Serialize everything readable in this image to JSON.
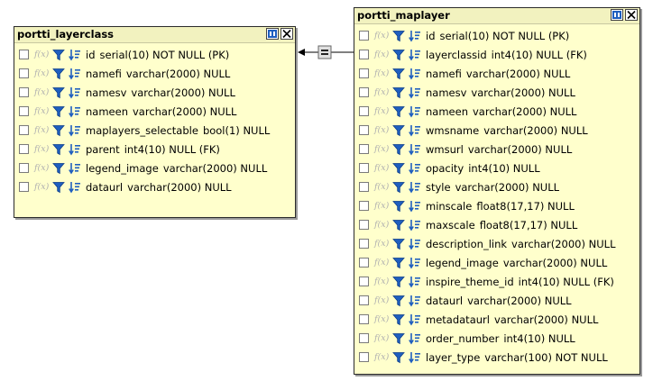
{
  "tables": {
    "layerclass": {
      "name": "portti_layerclass",
      "columns": [
        {
          "name": "id",
          "type": "serial(10) NOT NULL (PK)"
        },
        {
          "name": "namefi",
          "type": "varchar(2000) NULL"
        },
        {
          "name": "namesv",
          "type": "varchar(2000) NULL"
        },
        {
          "name": "nameen",
          "type": "varchar(2000) NULL"
        },
        {
          "name": "maplayers_selectable",
          "type": "bool(1) NULL"
        },
        {
          "name": "parent",
          "type": "int4(10) NULL (FK)"
        },
        {
          "name": "legend_image",
          "type": "varchar(2000) NULL"
        },
        {
          "name": "dataurl",
          "type": "varchar(2000) NULL"
        }
      ]
    },
    "maplayer": {
      "name": "portti_maplayer",
      "columns": [
        {
          "name": "id",
          "type": "serial(10) NOT NULL (PK)"
        },
        {
          "name": "layerclassid",
          "type": "int4(10) NULL (FK)"
        },
        {
          "name": "namefi",
          "type": "varchar(2000) NULL"
        },
        {
          "name": "namesv",
          "type": "varchar(2000) NULL"
        },
        {
          "name": "nameen",
          "type": "varchar(2000) NULL"
        },
        {
          "name": "wmsname",
          "type": "varchar(2000) NULL"
        },
        {
          "name": "wmsurl",
          "type": "varchar(2000) NULL"
        },
        {
          "name": "opacity",
          "type": "int4(10) NULL"
        },
        {
          "name": "style",
          "type": "varchar(2000) NULL"
        },
        {
          "name": "minscale",
          "type": "float8(17,17) NULL"
        },
        {
          "name": "maxscale",
          "type": "float8(17,17) NULL"
        },
        {
          "name": "description_link",
          "type": "varchar(2000) NULL"
        },
        {
          "name": "legend_image",
          "type": "varchar(2000) NULL"
        },
        {
          "name": "inspire_theme_id",
          "type": "int4(10) NULL (FK)"
        },
        {
          "name": "dataurl",
          "type": "varchar(2000) NULL"
        },
        {
          "name": "metadataurl",
          "type": "varchar(2000) NULL"
        },
        {
          "name": "order_number",
          "type": "int4(10) NULL"
        },
        {
          "name": "layer_type",
          "type": "varchar(100) NOT NULL"
        }
      ]
    }
  },
  "row_glyphs": {
    "function": "f(x)"
  },
  "icons": [
    "filter-icon",
    "sort-icon",
    "layout-icon",
    "close-icon",
    "relationship-icon"
  ],
  "colors": {
    "table_bg": "#ffffcc",
    "header_bg": "#f2f2bf",
    "icon_blue": "#1f5fbf"
  }
}
